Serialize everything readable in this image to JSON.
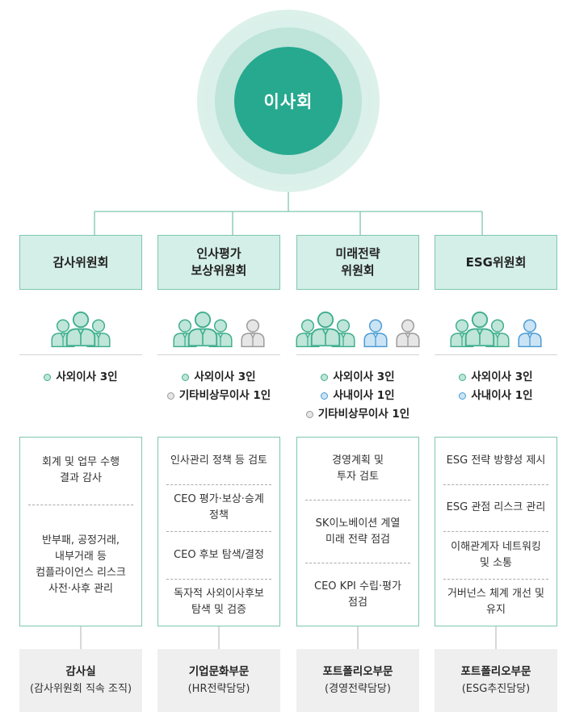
{
  "board": {
    "label": "이사회"
  },
  "committees": [
    {
      "name_lines": [
        "감사위원회"
      ],
      "icons": [
        "outside",
        "outside",
        "outside"
      ],
      "members": [
        {
          "type": "outside",
          "text": "사외이사 3인"
        }
      ],
      "roles": [
        [
          "회계 및 업무 수행",
          "결과 감사"
        ],
        [
          "반부패, 공정거래,",
          "내부거래 등",
          "컴플라이언스 리스크",
          "사전·사후 관리"
        ]
      ],
      "unit": {
        "name": "감사실",
        "sub": "(감사위원회 직속 조직)"
      }
    },
    {
      "name_lines": [
        "인사평가",
        "보상위원회"
      ],
      "icons": [
        "outside",
        "outside",
        "outside",
        "other"
      ],
      "members": [
        {
          "type": "outside",
          "text": "사외이사 3인"
        },
        {
          "type": "other",
          "text": "기타비상무이사 1인"
        }
      ],
      "roles": [
        [
          "인사관리 정책 등 검토"
        ],
        [
          "CEO 평가·보상·승계",
          "정책"
        ],
        [
          "CEO 후보 탐색/결정"
        ],
        [
          "독자적 사외이사후보",
          "탐색 및 검증"
        ]
      ],
      "unit": {
        "name": "기업문화부문",
        "sub": "(HR전략담당)"
      }
    },
    {
      "name_lines": [
        "미래전략",
        "위원회"
      ],
      "icons": [
        "outside",
        "outside",
        "outside",
        "inside",
        "other"
      ],
      "members": [
        {
          "type": "outside",
          "text": "사외이사 3인"
        },
        {
          "type": "inside",
          "text": "사내이사 1인"
        },
        {
          "type": "other",
          "text": "기타비상무이사 1인"
        }
      ],
      "roles": [
        [
          "경영계획 및",
          "투자 검토"
        ],
        [
          "SK이노베이션 계열",
          "미래 전략 점검"
        ],
        [
          "CEO KPI 수립·평가",
          "점검"
        ]
      ],
      "unit": {
        "name": "포트폴리오부문",
        "sub": "(경영전략담당)"
      }
    },
    {
      "name_lines": [
        "ESG위원회"
      ],
      "icons": [
        "outside",
        "outside",
        "outside",
        "inside"
      ],
      "members": [
        {
          "type": "outside",
          "text": "사외이사 3인"
        },
        {
          "type": "inside",
          "text": "사내이사 1인"
        }
      ],
      "roles": [
        [
          "ESG 전략 방향성 제시"
        ],
        [
          "ESG 관점 리스크 관리"
        ],
        [
          "이해관계자 네트워킹",
          "및 소통"
        ],
        [
          "거버넌스 체계 개선 및",
          "유지"
        ]
      ],
      "unit": {
        "name": "포트폴리오부문",
        "sub": "(ESG추진담당)"
      }
    }
  ],
  "colors": {
    "outside_fill": "#bfe6d8",
    "outside_stroke": "#3fae8e",
    "inside_fill": "#cbe4f5",
    "inside_stroke": "#4a9bd3",
    "other_fill": "#e6e6e6",
    "other_stroke": "#9a9a9a",
    "board": "#26a98f"
  }
}
